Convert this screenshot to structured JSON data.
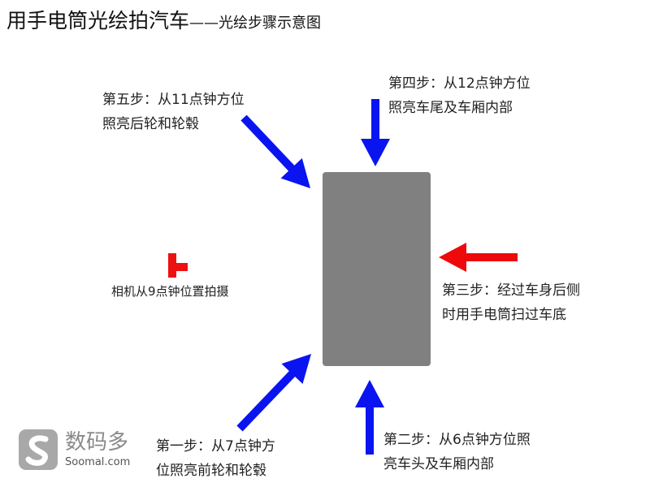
{
  "title": {
    "main": "用手电筒光绘拍汽车",
    "sub": "——光绘步骤示意图"
  },
  "steps": {
    "step5": {
      "line1": "第五步：从11点钟方位",
      "line2": "照亮后轮和轮毂"
    },
    "step4": {
      "line1": "第四步：从12点钟方位",
      "line2": "照亮车尾及车厢内部"
    },
    "step3": {
      "line1": "第三步：经过车身后侧",
      "line2": "时用手电筒扫过车底"
    },
    "step2": {
      "line1": "第二步：从6点钟方位照",
      "line2": "亮车头及车厢内部"
    },
    "step1": {
      "line1": "第一步：从7点钟方",
      "line2": "位照亮前轮和轮毂"
    }
  },
  "camera": {
    "label": "相机从9点钟位置拍摄"
  },
  "logo": {
    "name": "数码多",
    "domain": "Soomal.com"
  },
  "colors": {
    "light_arrow": "#0a14f0",
    "highlight_arrow": "#ee0a0a",
    "camera": "#ee1111",
    "car": "#808080"
  }
}
